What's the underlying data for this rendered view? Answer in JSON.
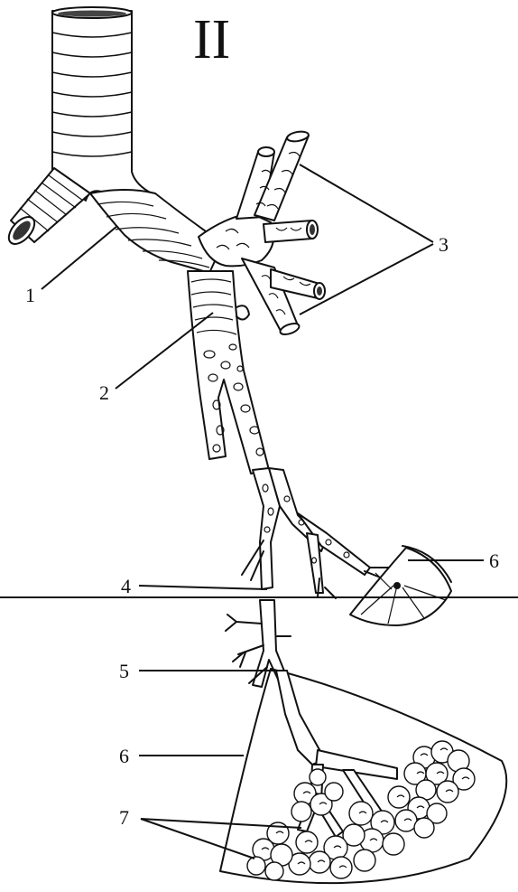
{
  "figure": {
    "title": "II",
    "labels": [
      {
        "id": "1",
        "text": "1"
      },
      {
        "id": "2",
        "text": "2"
      },
      {
        "id": "3",
        "text": "3"
      },
      {
        "id": "4",
        "text": "4"
      },
      {
        "id": "5",
        "text": "5"
      },
      {
        "id": "6a",
        "text": "6"
      },
      {
        "id": "6b",
        "text": "6"
      },
      {
        "id": "7",
        "text": "7"
      }
    ]
  }
}
